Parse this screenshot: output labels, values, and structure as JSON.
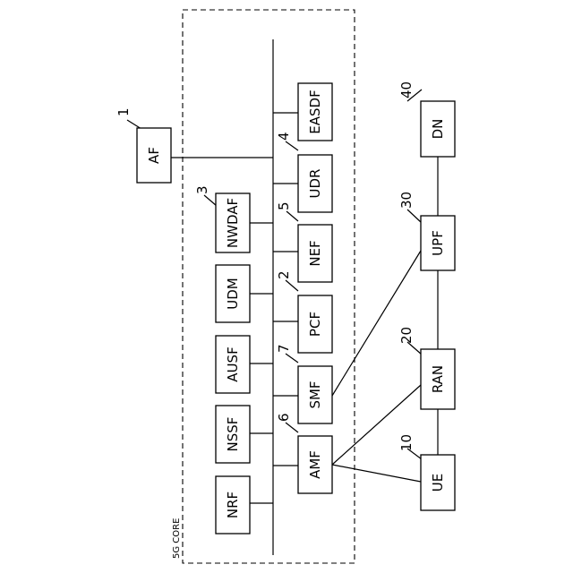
{
  "diagram": {
    "core_label": "5G CORE",
    "nodes": {
      "af": "AF",
      "easdf": "EASDF",
      "udr": "UDR",
      "nwdaf": "NWDAF",
      "nef": "NEF",
      "udm": "UDM",
      "pcf": "PCF",
      "ausf": "AUSF",
      "smf": "SMF",
      "nssf": "NSSF",
      "amf": "AMF",
      "nrf": "NRF",
      "dn": "DN",
      "upf": "UPF",
      "ran": "RAN",
      "ue": "UE"
    },
    "refs": {
      "af": "1",
      "pcf": "2",
      "nwdaf": "3",
      "udr": "4",
      "nef": "5",
      "amf": "6",
      "smf": "7",
      "ue": "10",
      "ran": "20",
      "upf": "30",
      "dn": "40"
    }
  }
}
